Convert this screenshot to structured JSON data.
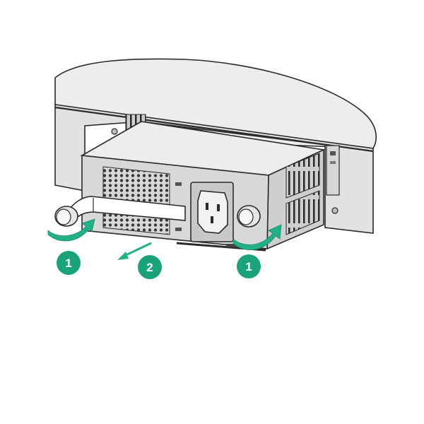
{
  "callouts": [
    {
      "label": "1",
      "meaning": "loosen-left-captive-screw"
    },
    {
      "label": "2",
      "meaning": "pull-out-power-module"
    },
    {
      "label": "1",
      "meaning": "loosen-right-captive-screw"
    }
  ],
  "colors": {
    "accent": "#1aa37a",
    "arrow": "#22b086",
    "outline": "#2a2a2a",
    "module_top": "#ededed",
    "module_front": "#d8d8d8",
    "chassis_top": "#ededed",
    "chassis_front": "#e2e2e2",
    "background": "#ffffff"
  }
}
